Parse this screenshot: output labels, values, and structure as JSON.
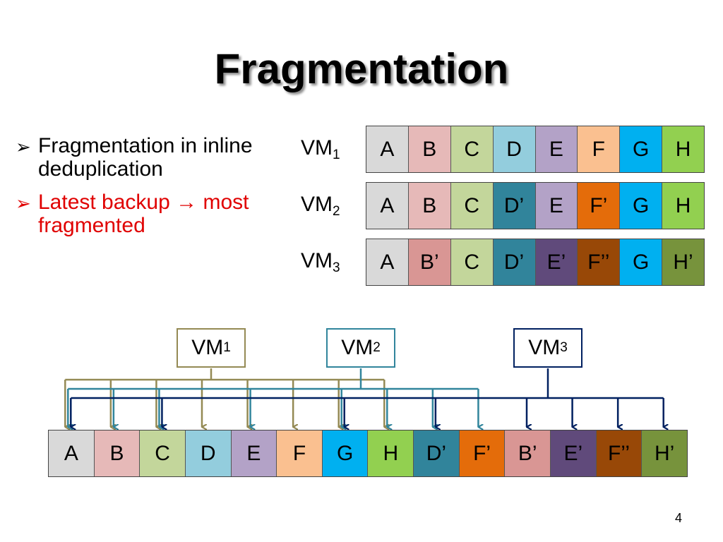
{
  "title": "Fragmentation",
  "bullets": [
    {
      "mark": "➢",
      "text": "Fragmentation in inline deduplication",
      "color": "#000000"
    },
    {
      "mark": "➢",
      "text": "Latest backup → most fragmented",
      "color": "#e00000"
    }
  ],
  "vm_prefix": "VM",
  "vms": [
    {
      "sub": "1",
      "chunks": [
        {
          "label": "A",
          "color": "#d9d9d9"
        },
        {
          "label": "B",
          "color": "#e6b9b8"
        },
        {
          "label": "C",
          "color": "#c3d69b"
        },
        {
          "label": "D",
          "color": "#93cddd"
        },
        {
          "label": "E",
          "color": "#b3a2c7"
        },
        {
          "label": "F",
          "color": "#fac090"
        },
        {
          "label": "G",
          "color": "#00b0f0"
        },
        {
          "label": "H",
          "color": "#92d050"
        }
      ]
    },
    {
      "sub": "2",
      "chunks": [
        {
          "label": "A",
          "color": "#d9d9d9"
        },
        {
          "label": "B",
          "color": "#e6b9b8"
        },
        {
          "label": "C",
          "color": "#c3d69b"
        },
        {
          "label": "D’",
          "color": "#31849b"
        },
        {
          "label": "E",
          "color": "#b3a2c7"
        },
        {
          "label": "F’",
          "color": "#e46c0a"
        },
        {
          "label": "G",
          "color": "#00b0f0"
        },
        {
          "label": "H",
          "color": "#92d050"
        }
      ]
    },
    {
      "sub": "3",
      "chunks": [
        {
          "label": "A",
          "color": "#d9d9d9"
        },
        {
          "label": "B’",
          "color": "#d99694"
        },
        {
          "label": "C",
          "color": "#c3d69b"
        },
        {
          "label": "D’",
          "color": "#31849b"
        },
        {
          "label": "E’",
          "color": "#604a7b"
        },
        {
          "label": "F’’",
          "color": "#984807"
        },
        {
          "label": "G",
          "color": "#00b0f0"
        },
        {
          "label": "H’",
          "color": "#77933c"
        }
      ]
    }
  ],
  "storage": [
    {
      "label": "A",
      "color": "#d9d9d9"
    },
    {
      "label": "B",
      "color": "#e6b9b8"
    },
    {
      "label": "C",
      "color": "#c3d69b"
    },
    {
      "label": "D",
      "color": "#93cddd"
    },
    {
      "label": "E",
      "color": "#b3a2c7"
    },
    {
      "label": "F",
      "color": "#fac090"
    },
    {
      "label": "G",
      "color": "#00b0f0"
    },
    {
      "label": "H",
      "color": "#92d050"
    },
    {
      "label": "D’",
      "color": "#31849b"
    },
    {
      "label": "F’",
      "color": "#e46c0a"
    },
    {
      "label": "B’",
      "color": "#d99694"
    },
    {
      "label": "E’",
      "color": "#604a7b"
    },
    {
      "label": "F’’",
      "color": "#984807"
    },
    {
      "label": "H’",
      "color": "#77933c"
    }
  ],
  "pointer_colors": [
    "#948a54",
    "#31859c",
    "#002060"
  ],
  "pointers": [
    [
      0,
      1,
      2,
      3,
      4,
      5,
      6,
      7
    ],
    [
      0,
      1,
      2,
      8,
      4,
      9,
      6,
      7
    ],
    [
      0,
      10,
      2,
      8,
      11,
      12,
      6,
      13
    ]
  ],
  "page_number": "4"
}
